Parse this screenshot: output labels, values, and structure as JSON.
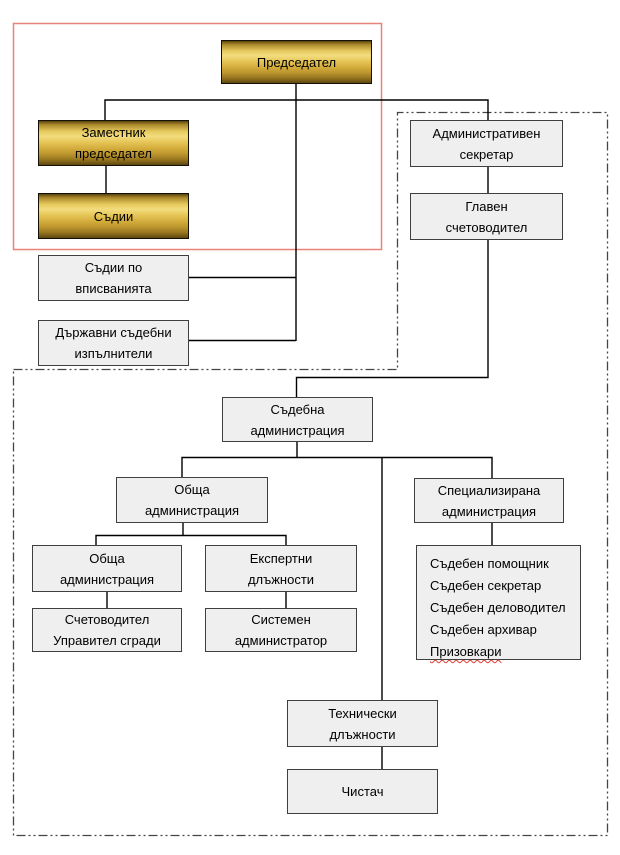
{
  "diagram": {
    "kind": "court-organizational-chart",
    "language": "bg"
  },
  "nodes": {
    "predsedatel": {
      "label": "Председател",
      "style": "gold"
    },
    "zamestnik_predsedatel": {
      "label": "Заместник\nпредседател",
      "style": "gold"
    },
    "sadii": {
      "label": "Съдии",
      "style": "gold"
    },
    "sadii_po_vpisvaniyata": {
      "label": "Съдии по\nвписванията",
      "style": "gray"
    },
    "darzhavni_izpalniteli": {
      "label": "Държавни съдебни\nизпълнители",
      "style": "gray"
    },
    "administrativen_sekretar": {
      "label": "Административен\nсекретар",
      "style": "gray"
    },
    "glaven_schetovoditel": {
      "label": "Главен\nсчетоводител",
      "style": "gray"
    },
    "sadebna_administratsia": {
      "label": "Съдебна\nадминистрация",
      "style": "gray"
    },
    "obshta_administratsia_group": {
      "label": "Обща\nадминистрация",
      "style": "gray"
    },
    "spetsializirana_administratsia": {
      "label": "Специализирана\nадминистрация",
      "style": "gray"
    },
    "obshta_administratsia": {
      "label": "Обща\nадминистрация",
      "style": "gray"
    },
    "ekspertni_dlazhnosti": {
      "label": "Експертни\nдлъжности",
      "style": "gray"
    },
    "schetovoditel_upravitel": {
      "label": "Счетоводител\nУправител сгради",
      "style": "gray"
    },
    "sistemen_administrator": {
      "label": "Системен\nадминистратор",
      "style": "gray"
    },
    "spetsializirana_spisak": {
      "style": "gray",
      "items": [
        "Съдебен помощник",
        "Съдебен секретар",
        "Съдебен деловодител",
        "Съдебен архивар",
        "Призовкари"
      ],
      "spellcheck_flagged_item": "Призовкари"
    },
    "tehnicheski_dlazhnosti": {
      "label": "Технически\nдлъжности",
      "style": "gray"
    },
    "chistach": {
      "label": "Чистач",
      "style": "gray"
    }
  },
  "colors": {
    "gold_bright": "#f2dc7d",
    "gold_dark": "#5d4710",
    "gray_fill": "#efefef",
    "node_border": "#3f3f3f",
    "connector": "#000000",
    "red_frame": "#e8837a",
    "dashed_frame": "#454545",
    "spellcheck_underline": "#e03a2f"
  }
}
